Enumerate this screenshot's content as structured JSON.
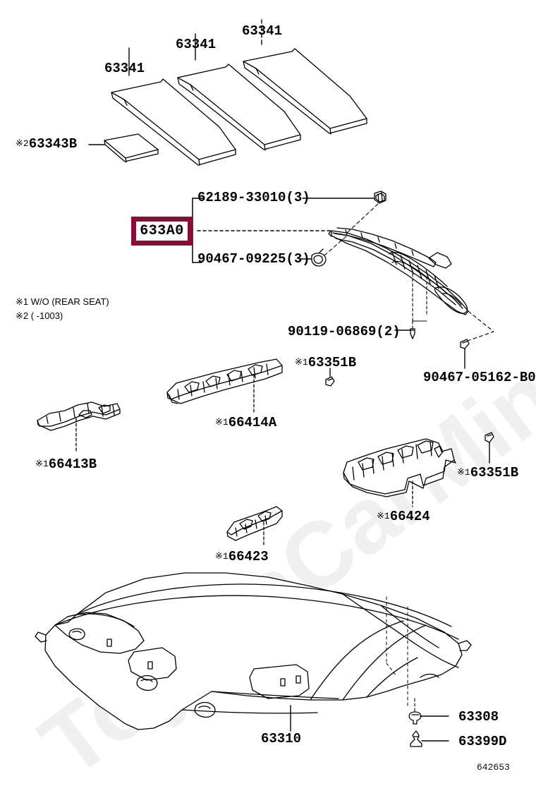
{
  "diagram": {
    "number": "642653",
    "watermark": "ToyotaCarMine.ru",
    "highlight_color": "#8C0B37",
    "highlighted_part": "633A0"
  },
  "legend": {
    "note1": "※1 W/O (REAR SEAT)",
    "note2": "※2 (      -1003)"
  },
  "parts": {
    "silencer_1": {
      "number": "63341",
      "mark": ""
    },
    "silencer_2": {
      "number": "63341",
      "mark": ""
    },
    "silencer_3": {
      "number": "63341",
      "mark": ""
    },
    "pad_63343b": {
      "number": "63343B",
      "mark": "※2"
    },
    "clip_62189": {
      "number": "62189-33010(3)",
      "mark": ""
    },
    "roof_rail_633a0": {
      "number": "633A0",
      "mark": ""
    },
    "clip_90467_09225": {
      "number": "90467-09225(3)",
      "mark": ""
    },
    "bolt_90119": {
      "number": "90119-06869(2)",
      "mark": ""
    },
    "clip_63351b_upper": {
      "number": "63351B",
      "mark": "※1"
    },
    "clip_90467_05162": {
      "number": "90467-05162-B0",
      "mark": ""
    },
    "bracket_66413b": {
      "number": "66413B",
      "mark": "※1"
    },
    "bracket_66414a": {
      "number": "66414A",
      "mark": "※1"
    },
    "bracket_66423": {
      "number": "66423",
      "mark": "※1"
    },
    "bracket_66424": {
      "number": "66424",
      "mark": "※1"
    },
    "clip_63351b_lower": {
      "number": "63351B",
      "mark": "※1"
    },
    "headliner_63310": {
      "number": "63310",
      "mark": ""
    },
    "clip_63308": {
      "number": "63308",
      "mark": ""
    },
    "clip_63399d": {
      "number": "63399D",
      "mark": ""
    }
  }
}
